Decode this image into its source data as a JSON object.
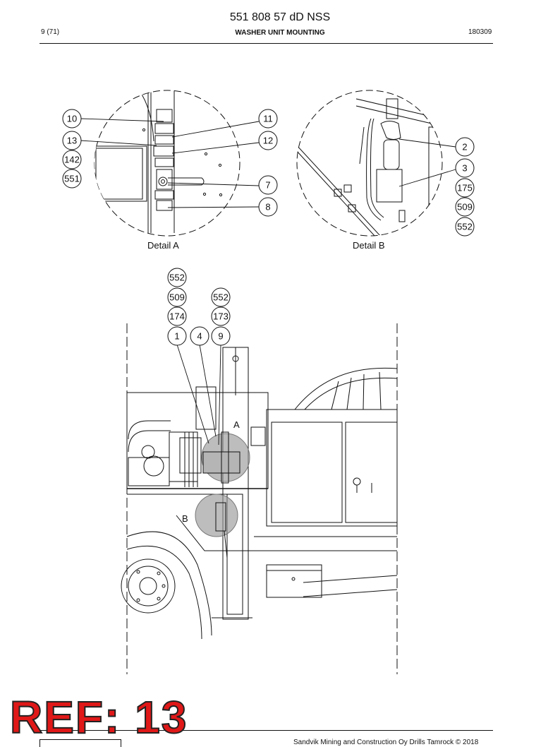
{
  "header": {
    "doc_number": "551 808 57 dD NSS",
    "page": "9 (71)",
    "section_title": "WASHER UNIT MOUNTING",
    "date": "180309"
  },
  "details": {
    "a_label": "Detail A",
    "b_label": "Detail B"
  },
  "view_letters": {
    "a": "A",
    "b": "B"
  },
  "callouts": {
    "detail_a": [
      "10",
      "13",
      "142",
      "551",
      "11",
      "12",
      "7",
      "8"
    ],
    "detail_b": [
      "2",
      "3",
      "175",
      "509",
      "552"
    ],
    "main_left": [
      "552",
      "509",
      "174",
      "1"
    ],
    "main_mid": [
      "4"
    ],
    "main_right": [
      "552",
      "173",
      "9"
    ]
  },
  "stamp": "REF: 13",
  "footer": {
    "copyright": "Sandvik Mining and Construction Oy Drills Tamrock © 2018"
  },
  "colors": {
    "stamp": "#e01818",
    "highlight": "#9a9a9a",
    "line": "#111111"
  }
}
